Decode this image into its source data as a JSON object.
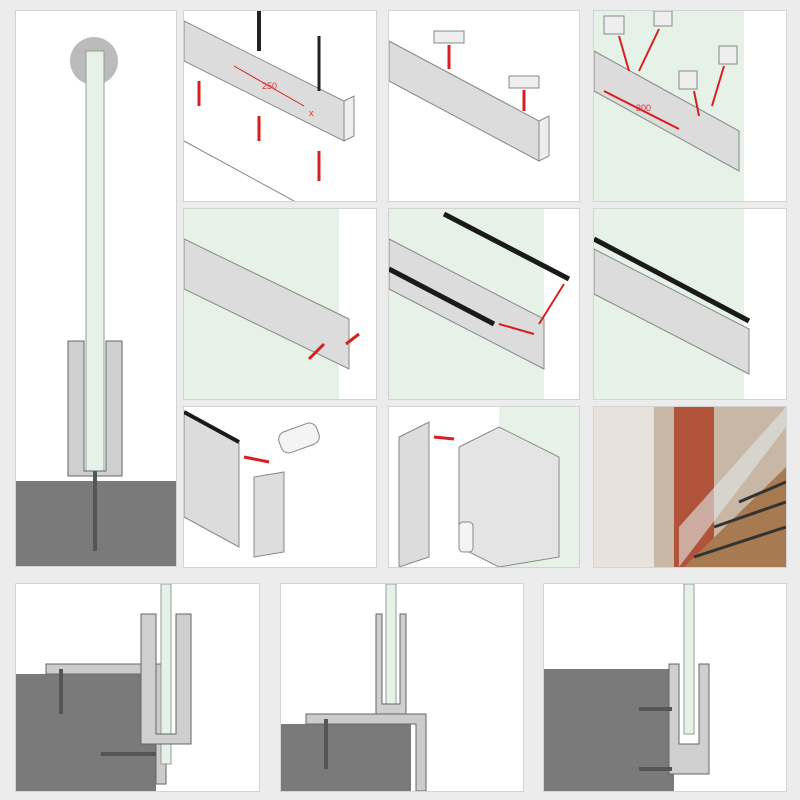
{
  "colors": {
    "arrow": "#d42020",
    "profile": "#dcdcdc",
    "glass": "#e6f2e8",
    "concrete": "#7a7a7a",
    "gasket": "#1a1a1a"
  },
  "steps": [
    {
      "id": "side-section"
    },
    {
      "id": "drill-and-anchor",
      "dimensions": [
        "250",
        "x"
      ]
    },
    {
      "id": "insert-setting-blocks"
    },
    {
      "id": "insert-glass",
      "dimensions": [
        "300"
      ]
    },
    {
      "id": "insert-wedges"
    },
    {
      "id": "insert-rubber-gasket"
    },
    {
      "id": "finished-gasket"
    },
    {
      "id": "glue-end-cap"
    },
    {
      "id": "glue-corner"
    },
    {
      "id": "installed-photo"
    },
    {
      "id": "side-mount-bracket"
    },
    {
      "id": "top-mount-bracket"
    },
    {
      "id": "fascia-mount"
    }
  ]
}
